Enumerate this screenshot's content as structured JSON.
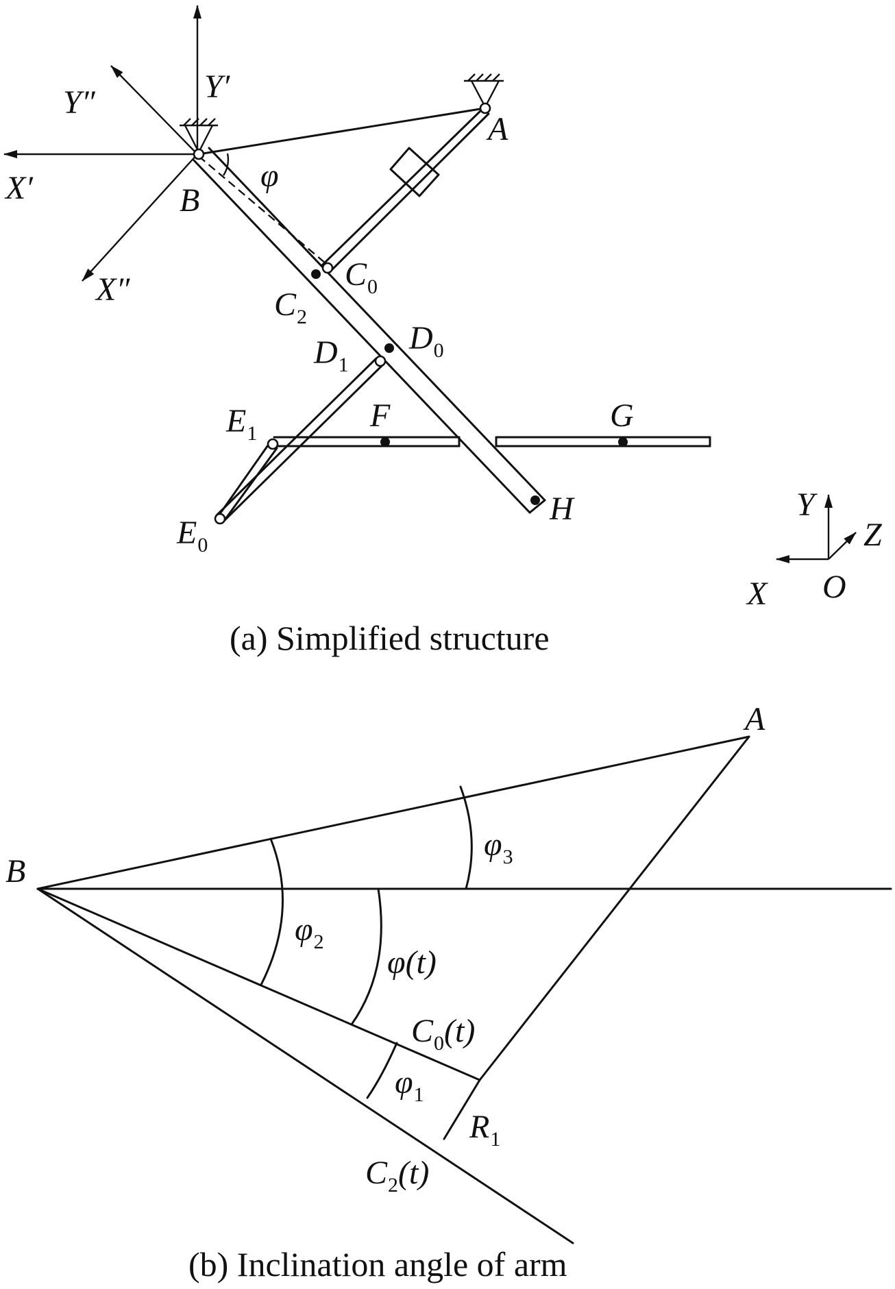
{
  "panel_a": {
    "caption": "(a)  Simplified structure",
    "axes": {
      "y_prime": "Y′",
      "y_double_prime": "Y″",
      "x_prime": "X′",
      "x_double_prime": "X″"
    },
    "points": {
      "A": "A",
      "B": "B",
      "phi": "φ",
      "C": "C",
      "C0_sub": "0",
      "C2_sub": "2",
      "D": "D",
      "D0_sub": "0",
      "D1_sub": "1",
      "E": "E",
      "E1_sub": "1",
      "E0_sub": "0",
      "F": "F",
      "G": "G",
      "H": "H"
    },
    "frame": {
      "X": "X",
      "Y": "Y",
      "Z": "Z",
      "O": "O"
    }
  },
  "panel_b": {
    "caption": "(b)  Inclination angle of arm",
    "labels": {
      "A": "A",
      "B": "B",
      "phi": "φ",
      "phi3_sub": "3",
      "phi2_sub": "2",
      "phi1_sub": "1",
      "phi_t_suffix": "(t)",
      "C": "C",
      "C0_sub": "0",
      "C2_sub": "2",
      "t_suffix": "(t)",
      "R": "R",
      "R1_sub": "1"
    }
  }
}
